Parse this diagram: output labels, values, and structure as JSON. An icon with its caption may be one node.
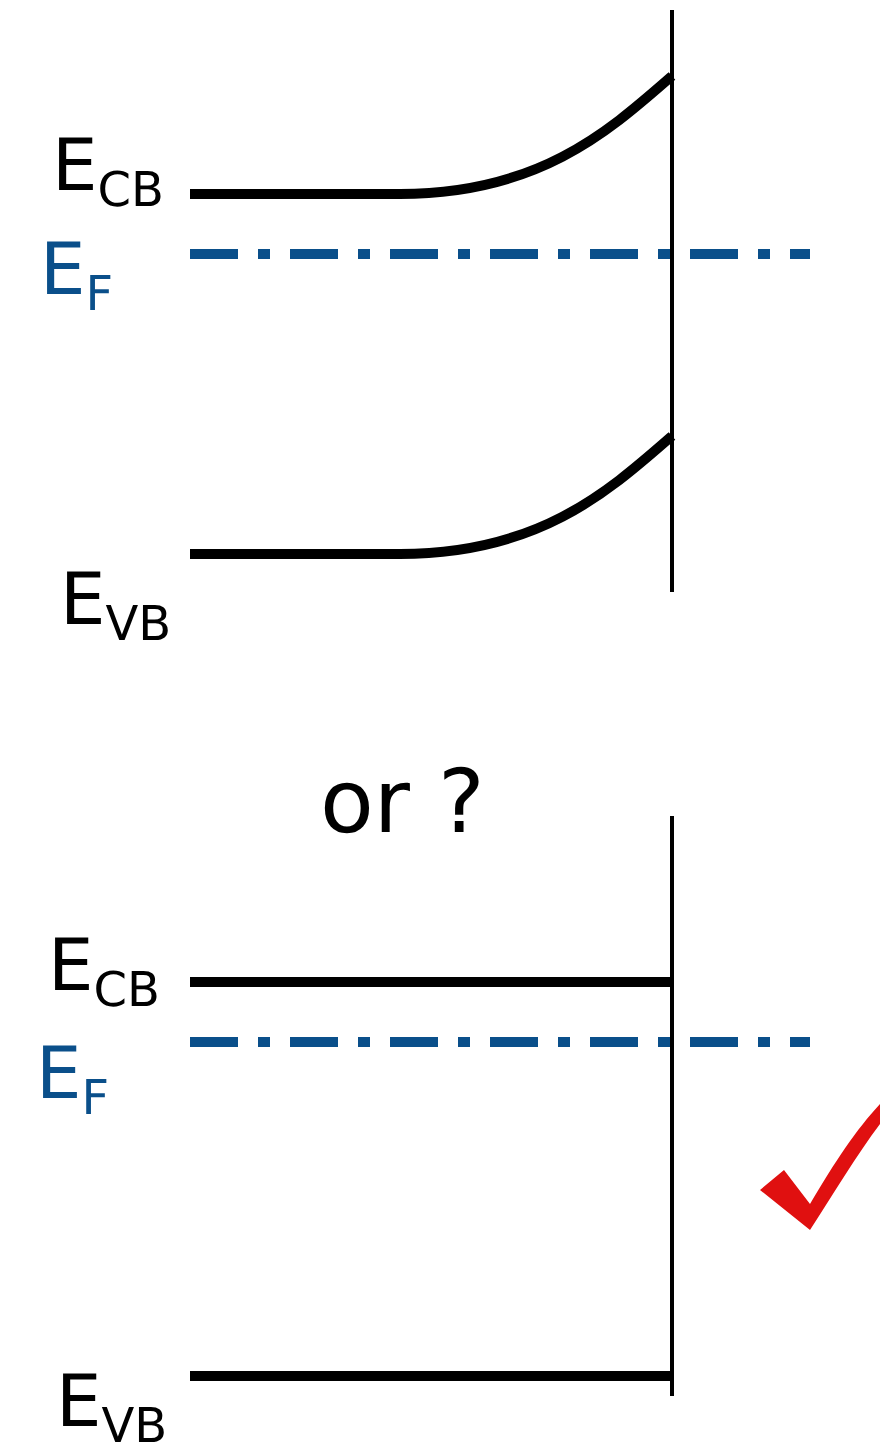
{
  "diagram": {
    "labels": [
      "E$_{CB}$",
      "E$_{F}$",
      "E$_{VB}$",
      "or ?",
      "E$_{CB}$",
      "E$_{F}$",
      "E$_{VB}$"
    ]
  }
}
